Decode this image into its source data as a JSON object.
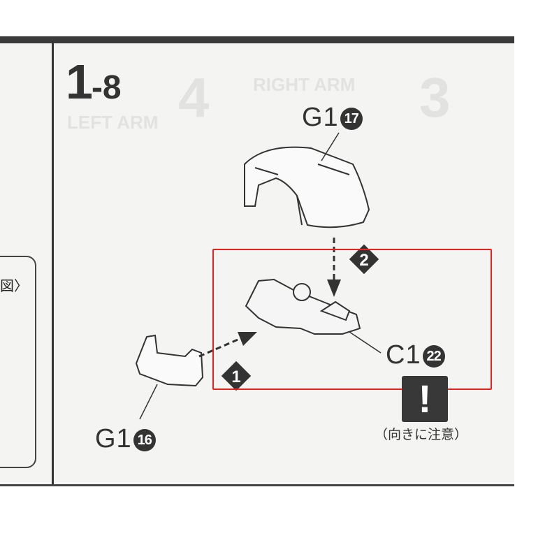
{
  "step": {
    "major": "1",
    "minor": "-8"
  },
  "background_faint": {
    "right_arm": "RIGHT ARM",
    "right_arm_num": "3",
    "left_arm": "LEFT ARM",
    "left_arm_num": "4"
  },
  "left_panel_text": "図〉",
  "parts": [
    {
      "letter": "G1",
      "number": "17"
    },
    {
      "letter": "C1",
      "number": "22"
    },
    {
      "letter": "G1",
      "number": "16"
    }
  ],
  "steps_markers": [
    "1",
    "2"
  ],
  "warning": {
    "icon": "exclamation-icon",
    "text": "（向きに注意）"
  },
  "highlight_color": "#e8231f"
}
